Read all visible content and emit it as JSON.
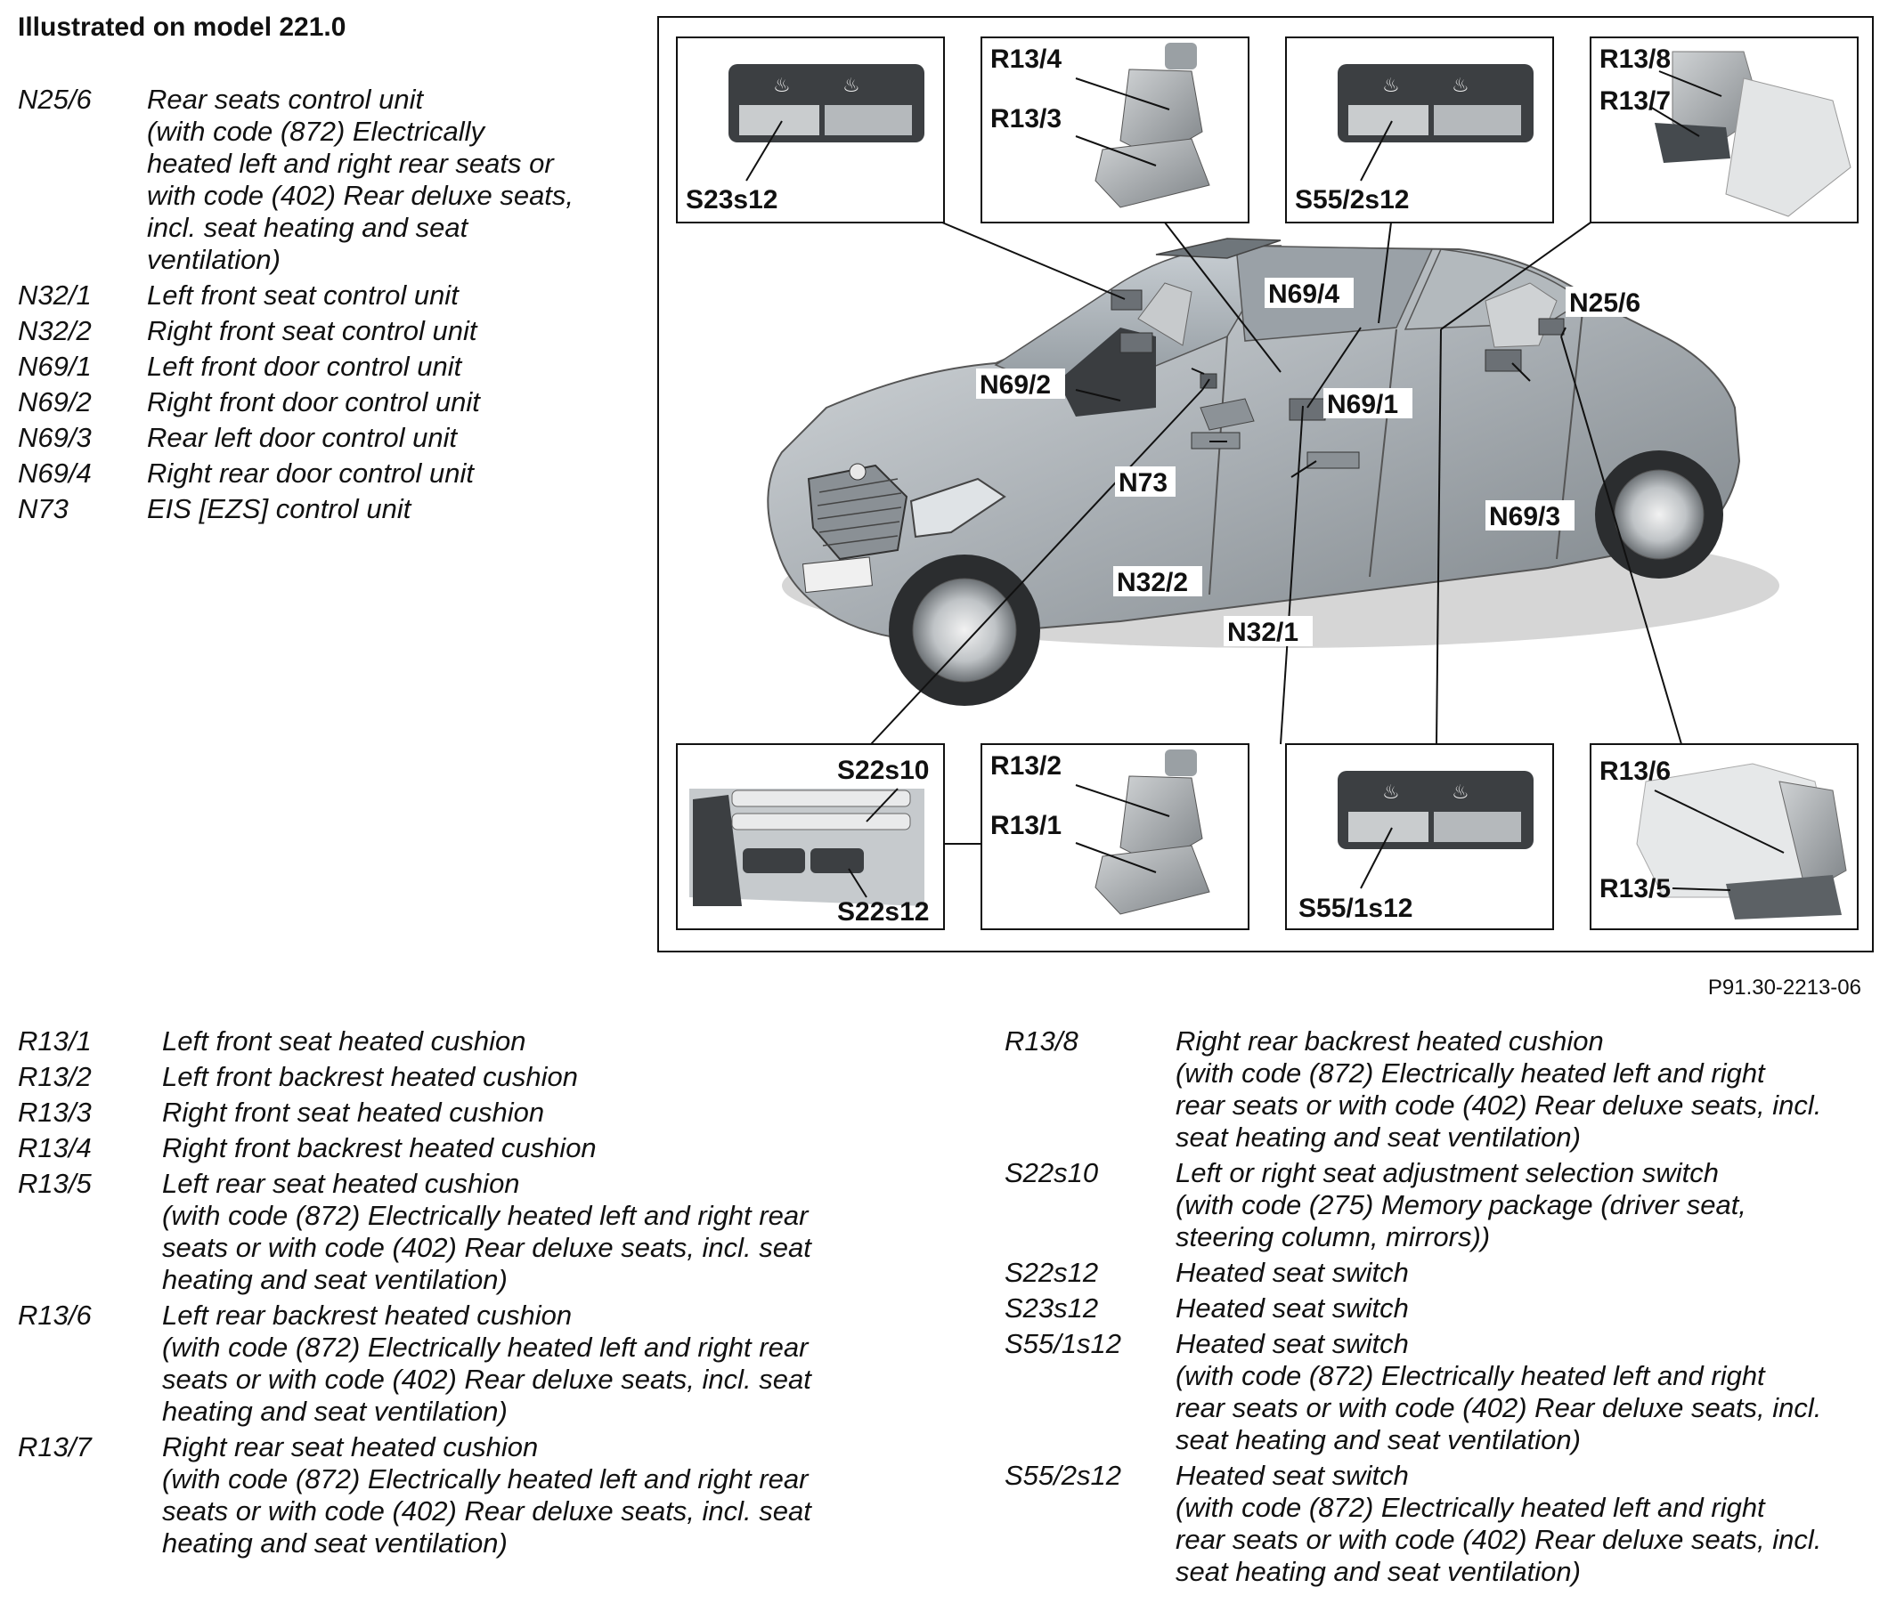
{
  "title": "Illustrated on model 221.0",
  "figure_ref": "P91.30-2213-06",
  "legend_top": [
    {
      "code": "N25/6",
      "desc": "Rear seats control unit\n(with code (872) Electrically\nheated left and right rear seats or\nwith code (402) Rear deluxe seats,\nincl. seat heating and seat\nventilation)"
    },
    {
      "code": "N32/1",
      "desc": "Left front seat control unit"
    },
    {
      "code": "N32/2",
      "desc": "Right front seat control unit"
    },
    {
      "code": "N69/1",
      "desc": "Left front door control unit"
    },
    {
      "code": "N69/2",
      "desc": "Right front door control unit"
    },
    {
      "code": "N69/3",
      "desc": "Rear left door control unit"
    },
    {
      "code": "N69/4",
      "desc": "Right rear door control unit"
    },
    {
      "code": "N73",
      "desc": "EIS [EZS] control unit"
    }
  ],
  "legend_bottom_left": [
    {
      "code": "R13/1",
      "desc": "Left front seat heated cushion"
    },
    {
      "code": "R13/2",
      "desc": "Left front backrest heated cushion"
    },
    {
      "code": "R13/3",
      "desc": "Right front seat heated cushion"
    },
    {
      "code": "R13/4",
      "desc": "Right front backrest heated cushion"
    },
    {
      "code": "R13/5",
      "desc": "Left rear seat heated cushion\n(with code (872) Electrically heated left and right rear\nseats or with code (402) Rear deluxe seats, incl. seat\nheating and seat ventilation)"
    },
    {
      "code": "R13/6",
      "desc": "Left rear backrest heated cushion\n(with code (872) Electrically heated left and right rear\nseats or with code (402) Rear deluxe seats, incl. seat\nheating and seat ventilation)"
    },
    {
      "code": "R13/7",
      "desc": "Right rear seat heated cushion\n(with code (872) Electrically heated left and right rear\nseats or with code (402) Rear deluxe seats, incl. seat\nheating and seat ventilation)"
    }
  ],
  "legend_bottom_right": [
    {
      "code": "R13/8",
      "desc": "Right rear backrest heated cushion\n(with code (872) Electrically heated left and right\nrear seats or with code (402) Rear deluxe seats, incl.\nseat heating and seat ventilation)"
    },
    {
      "code": "S22s10",
      "desc": "Left or right seat adjustment selection switch\n(with code (275) Memory package (driver seat,\nsteering column, mirrors))"
    },
    {
      "code": "S22s12",
      "desc": "Heated seat switch"
    },
    {
      "code": "S23s12",
      "desc": "Heated seat switch"
    },
    {
      "code": "S55/1s12",
      "desc": "Heated seat switch\n(with code (872) Electrically heated left and right\nrear seats or with code (402) Rear deluxe seats, incl.\nseat heating and seat ventilation)"
    },
    {
      "code": "S55/2s12",
      "desc": "Heated seat switch\n(with code (872) Electrically heated left and right\nrear seats or with code (402) Rear deluxe seats, incl.\nseat heating and seat ventilation)"
    }
  ],
  "diagram_labels": {
    "s23s12": "S23s12",
    "r13_4": "R13/4",
    "r13_3": "R13/3",
    "s55_2s12": "S55/2s12",
    "r13_8": "R13/8",
    "r13_7": "R13/7",
    "n69_4": "N69/4",
    "n25_6": "N25/6",
    "n69_2": "N69/2",
    "n69_1": "N69/1",
    "n73": "N73",
    "n69_3": "N69/3",
    "n32_2": "N32/2",
    "n32_1": "N32/1",
    "s22s10": "S22s10",
    "s22s12": "S22s12",
    "r13_2": "R13/2",
    "r13_1": "R13/1",
    "s55_1s12": "S55/1s12",
    "r13_6": "R13/6",
    "r13_5": "R13/5"
  }
}
